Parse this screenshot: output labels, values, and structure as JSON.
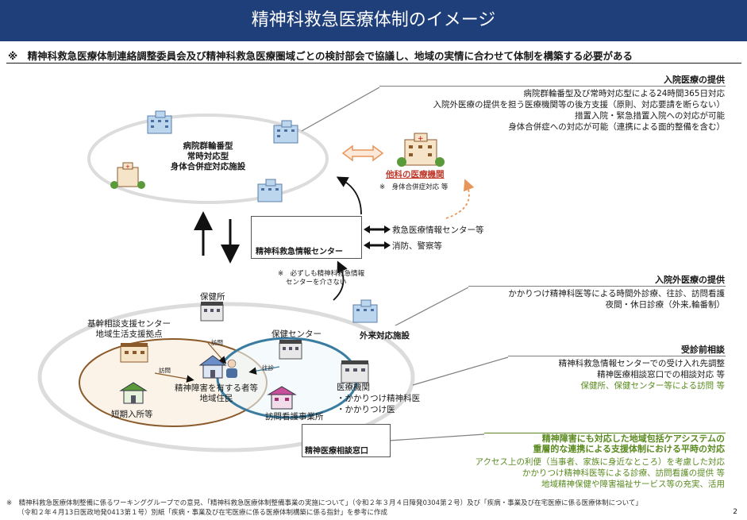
{
  "header": {
    "title": "精神科救急医療体制のイメージ"
  },
  "notice": "※　精神科救急医療体制連絡調整委員会及び精神科救急医療圏域ごとの検討部会で協議し、地域の実情に合わせて体制を構築する必要がある",
  "sections": {
    "inpatient": {
      "heading": "入院医療の提供",
      "lines": [
        "病院群輪番型及び常時対応型による24時間365日対応",
        "入院外医療の提供を担う医療機関等の後方支援（原則、対応要請を断らない）",
        "措置入院・緊急措置入院への対応が可能",
        "身体合併症への対応が可能（連携による面的整備を含む）"
      ]
    },
    "outpatient": {
      "heading": "入院外医療の提供",
      "lines": [
        "かかりつけ精神科医等による時間外診療、往診、訪問看護",
        "夜間・休日診療（外来,輪番制）"
      ]
    },
    "pre_consult": {
      "heading": "受診前相談",
      "lines": [
        "精神科救急情報センターでの受け入れ先調整",
        "精神医療相談窓口での相談対応 等"
      ],
      "green_line": "保健所、保健センター等による訪問 等"
    },
    "community": {
      "heading_lines": [
        "精神障害にも対応した地域包括ケアシステムの",
        "重層的な連携による支援体制における平時の対応"
      ],
      "lines": [
        "アクセス上の利便（当事者、家族に身近なところ）を考慮した対応",
        "かかりつけ精神科医等による診療、訪問看護の提供 等",
        "地域精神保健や障害福祉サービス等の充実、活用"
      ]
    }
  },
  "diagram": {
    "hospital_group": [
      "病院群輪番型",
      "常時対応型",
      "身体合併症対応施設"
    ],
    "other_dept": "他科の医療機関",
    "other_dept_note": "※　身体合併症対応 等",
    "info_center": "精神科救急情報センター",
    "info_center_links": [
      "救急医療情報センター等",
      "消防、警察等"
    ],
    "note_no_center": [
      "※　必ずしも精神科救急情報",
      "センターを介さない"
    ],
    "public_health_center": "保健所",
    "consult_center": [
      "基幹相談支援センター",
      "地域生活支援拠点"
    ],
    "health_center": "保健センター",
    "outpatient_facility": "外来対応施設",
    "visit_labels": [
      "訪問",
      "訪問",
      "往診"
    ],
    "resident": [
      "精神障害を有する者等",
      "地域住民"
    ],
    "medical_institution": [
      "医療機関",
      "・かかりつけ精神科医",
      "・かかりつけ医"
    ],
    "short_stay": "短期入所等",
    "visiting_nursing": "訪問看護事業所",
    "consult_window": "精神医療相談窓口"
  },
  "footer": [
    "※　精神科救急医療体制整備に係るワーキンググループでの意見、「精神科救急医療体制整備事業の実施について」（令和２年３月４日障発0304第２号）及び「疾病・事業及び在宅医療に係る医療体制について」",
    "（令和２年４月13日医政地発0413第１号）別紙「疾病・事業及び在宅医療に係る医療体制構築に係る指針」を参考に作成"
  ],
  "page_number": "2",
  "colors": {
    "header_bg": "#1f3f7a",
    "green": "#5a8a1f",
    "orange": "#e8955a",
    "teal": "#3a7ca0",
    "brown": "#8b5a2b"
  }
}
